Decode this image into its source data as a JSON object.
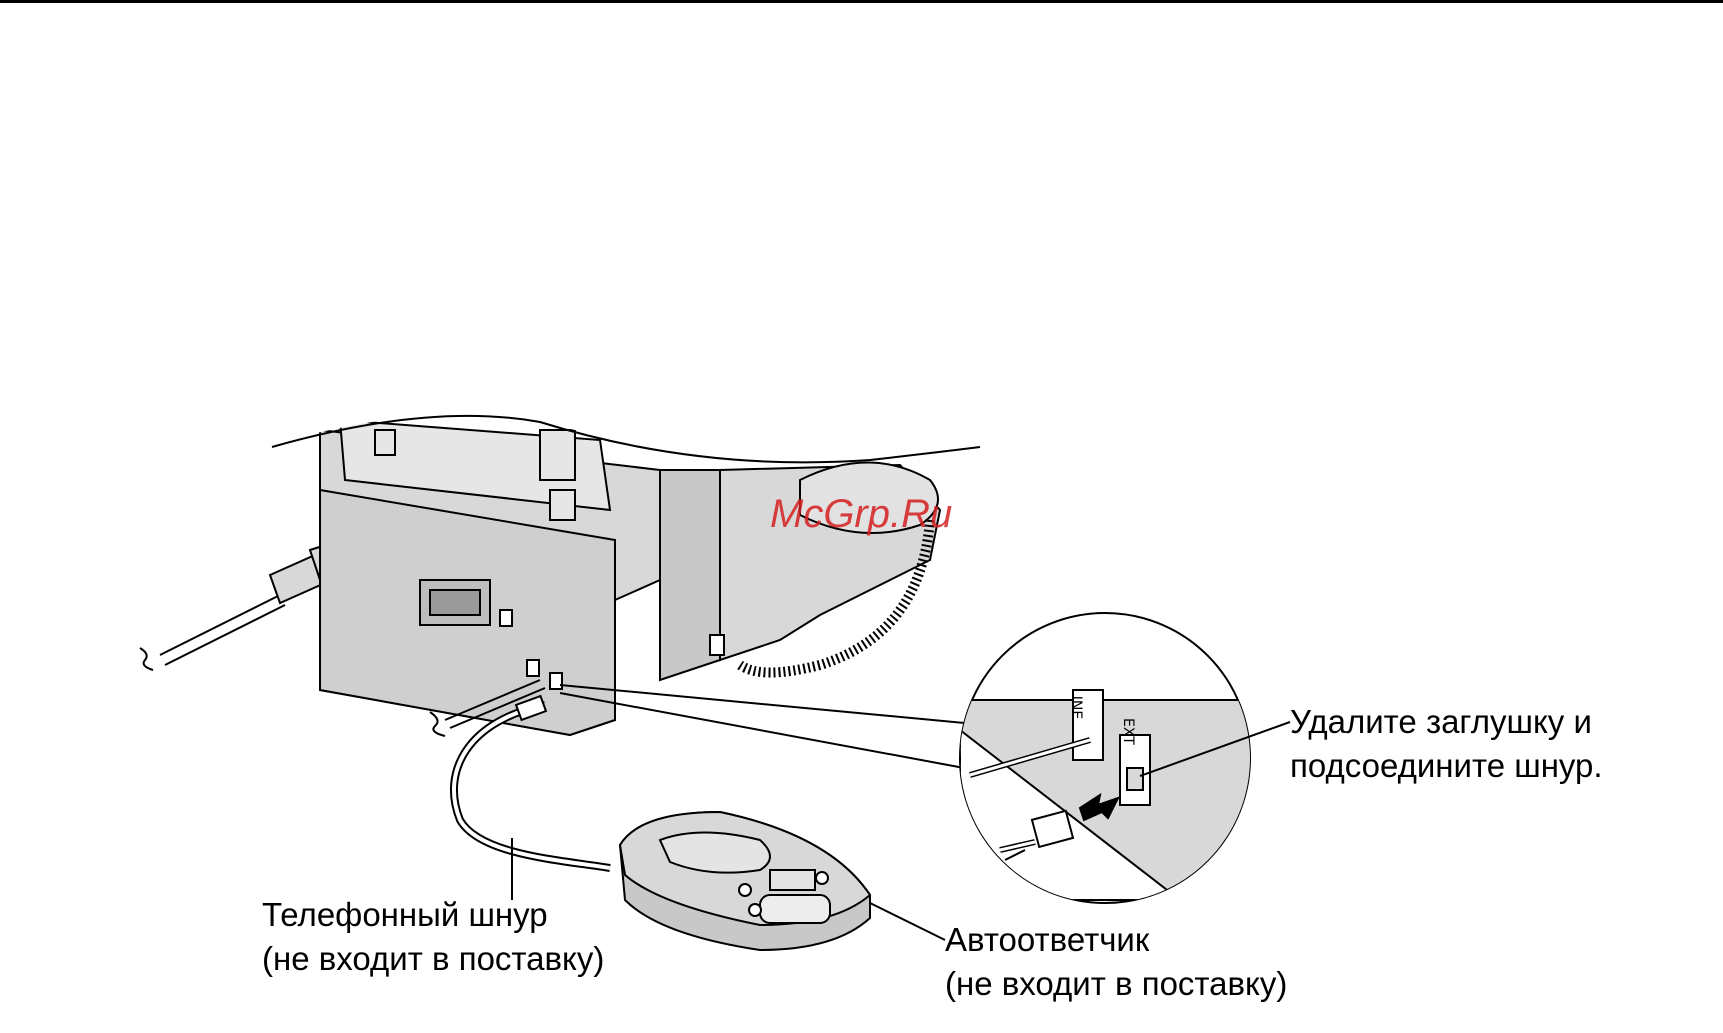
{
  "watermark": "McGrp.Ru",
  "ports": {
    "line": "LINE",
    "ext": "EXT"
  },
  "labels": {
    "remove_cap": {
      "line1": "Удалите заглушку и",
      "line2": "подсоедините шнур."
    },
    "phone_cord": {
      "line1": "Телефонный шнур",
      "line2": "(не входит в поставку)"
    },
    "answering_machine": {
      "line1": "Автоответчик",
      "line2": "(не входит в поставку)"
    }
  },
  "colors": {
    "body_fill": "#d8d8d8",
    "stroke": "#000000",
    "watermark": "#d62020"
  }
}
